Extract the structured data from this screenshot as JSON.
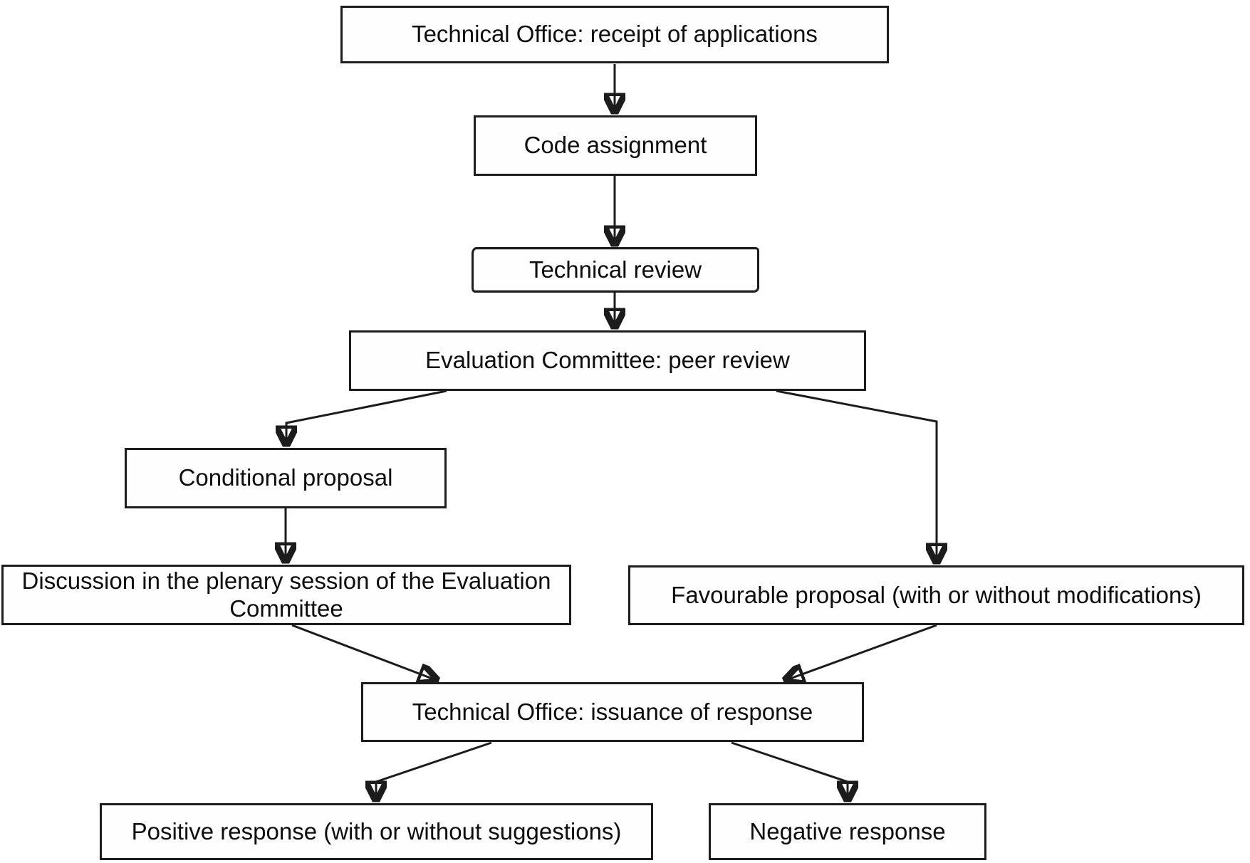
{
  "diagram": {
    "type": "flowchart",
    "background_color": "#ffffff",
    "line_color": "#1c1c1c",
    "box_border_color": "#1d1d1d",
    "text_color": "#0d0d0d",
    "nodes": [
      {
        "id": "receipt",
        "label": "Technical Office: receipt of applications"
      },
      {
        "id": "code_assignment",
        "label": "Code assignment"
      },
      {
        "id": "technical_review",
        "label": "Technical review"
      },
      {
        "id": "evaluation",
        "label": "Evaluation Committee: peer review"
      },
      {
        "id": "conditional",
        "label": "Conditional proposal"
      },
      {
        "id": "discussion",
        "label": "Discussion in the plenary session of the Evaluation Committee"
      },
      {
        "id": "favourable",
        "label": "Favourable proposal (with or without modifications)"
      },
      {
        "id": "issuance",
        "label": "Technical Office: issuance of response"
      },
      {
        "id": "positive",
        "label": "Positive response (with or without suggestions)"
      },
      {
        "id": "negative",
        "label": "Negative response"
      }
    ],
    "edges": [
      {
        "from": "receipt",
        "to": "code_assignment"
      },
      {
        "from": "code_assignment",
        "to": "technical_review"
      },
      {
        "from": "technical_review",
        "to": "evaluation"
      },
      {
        "from": "evaluation",
        "to": "conditional"
      },
      {
        "from": "evaluation",
        "to": "favourable"
      },
      {
        "from": "conditional",
        "to": "discussion"
      },
      {
        "from": "discussion",
        "to": "issuance"
      },
      {
        "from": "favourable",
        "to": "issuance"
      },
      {
        "from": "issuance",
        "to": "positive"
      },
      {
        "from": "issuance",
        "to": "negative"
      }
    ]
  }
}
